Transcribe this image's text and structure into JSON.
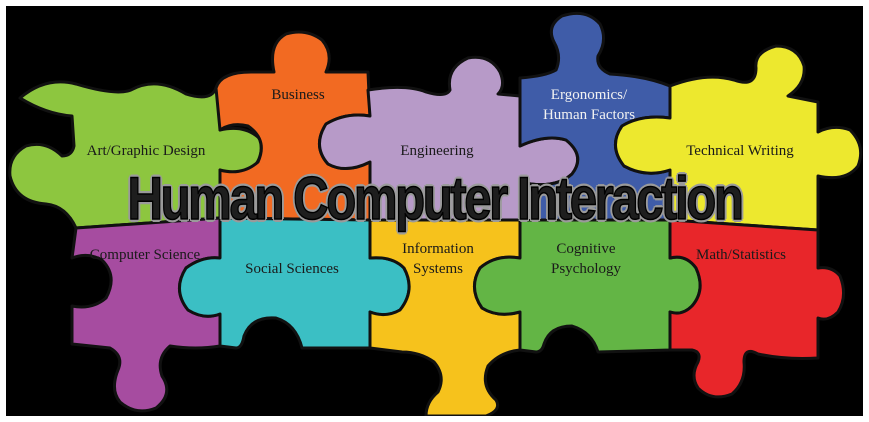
{
  "diagram": {
    "title": "Human Computer Interaction",
    "pieces": [
      {
        "id": "art",
        "label_lines": [
          "Art/Graphic Design"
        ],
        "color": "#8DC63F"
      },
      {
        "id": "business",
        "label_lines": [
          "Business"
        ],
        "color": "#F26A22"
      },
      {
        "id": "engineering",
        "label_lines": [
          "Engineering"
        ],
        "color": "#B79AC8"
      },
      {
        "id": "ergonomics",
        "label_lines": [
          "Ergonomics/",
          "Human Factors"
        ],
        "color": "#3F5CA8"
      },
      {
        "id": "technical-writing",
        "label_lines": [
          "Technical Writing"
        ],
        "color": "#EDE82E"
      },
      {
        "id": "computer-science",
        "label_lines": [
          "Computer Science"
        ],
        "color": "#A64CA0"
      },
      {
        "id": "social-sciences",
        "label_lines": [
          "Social Sciences"
        ],
        "color": "#3BBFC4"
      },
      {
        "id": "information-systems",
        "label_lines": [
          "Information",
          "Systems"
        ],
        "color": "#F6C21C"
      },
      {
        "id": "cognitive-psychology",
        "label_lines": [
          "Cognitive",
          "Psychology"
        ],
        "color": "#63B545"
      },
      {
        "id": "math-statistics",
        "label_lines": [
          "Math/Statistics"
        ],
        "color": "#E8262A"
      }
    ]
  }
}
